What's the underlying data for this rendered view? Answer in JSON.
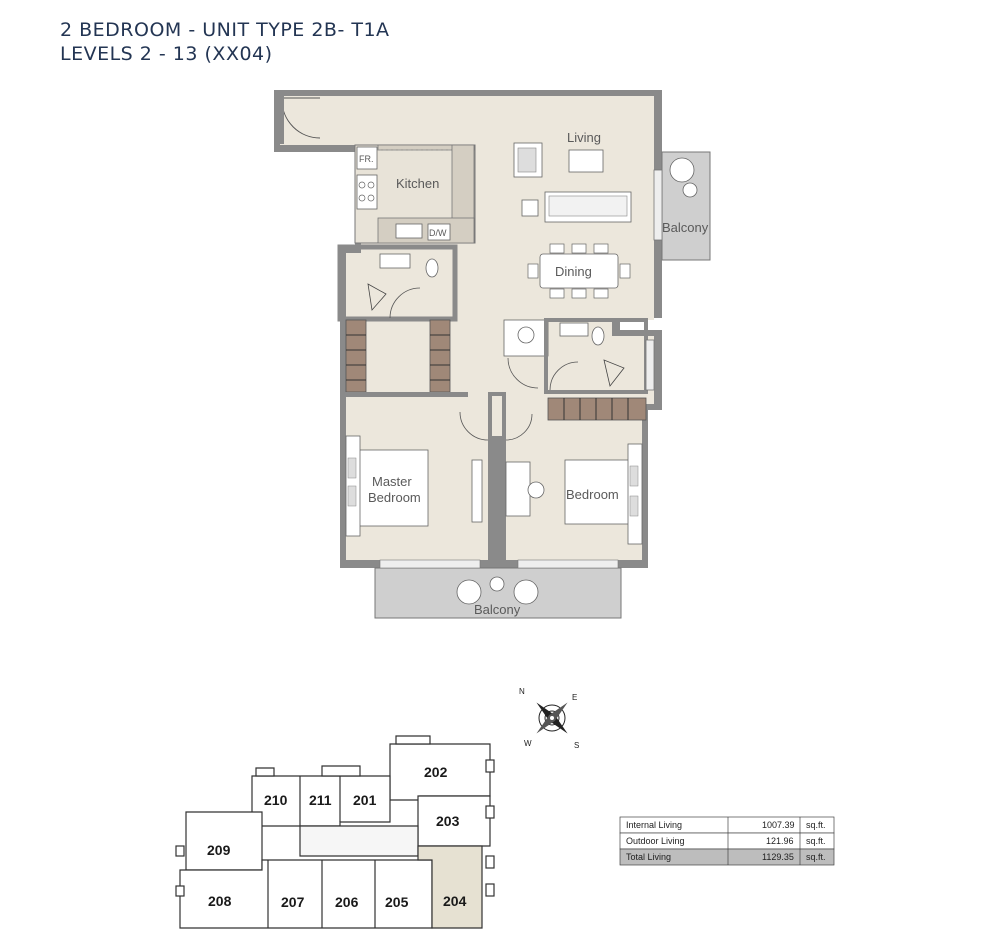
{
  "header": {
    "title_line1": "2 BEDROOM - UNIT TYPE 2B- T1A",
    "title_line2": "LEVELS 2 - 13 (XX04)"
  },
  "floorplan": {
    "rooms": {
      "living": "Living",
      "kitchen": "Kitchen",
      "fridge": "FR.",
      "dishwasher": "D/W",
      "dining": "Dining",
      "balcony_east": "Balcony",
      "master_bedroom_line1": "Master",
      "master_bedroom_line2": "Bedroom",
      "bedroom": "Bedroom",
      "balcony_south": "Balcony"
    },
    "colors": {
      "floor": "#ece7dc",
      "wall": "#7a7a7a",
      "wardrobe": "#a08878",
      "balcony": "#cfcfcf"
    }
  },
  "compass": {
    "n": "N",
    "e": "E",
    "s": "S",
    "w": "W"
  },
  "keyplan": {
    "units": [
      "202",
      "210",
      "211",
      "201",
      "203",
      "209",
      "208",
      "207",
      "206",
      "205",
      "204"
    ],
    "highlight": "204",
    "highlight_color": "#e6e1d2"
  },
  "area_table": {
    "rows": [
      {
        "label": "Internal Living",
        "value": "1007.39",
        "unit": "sq.ft."
      },
      {
        "label": "Outdoor Living",
        "value": "121.96",
        "unit": "sq.ft."
      },
      {
        "label": "Total Living",
        "value": "1129.35",
        "unit": "sq.ft."
      }
    ]
  }
}
